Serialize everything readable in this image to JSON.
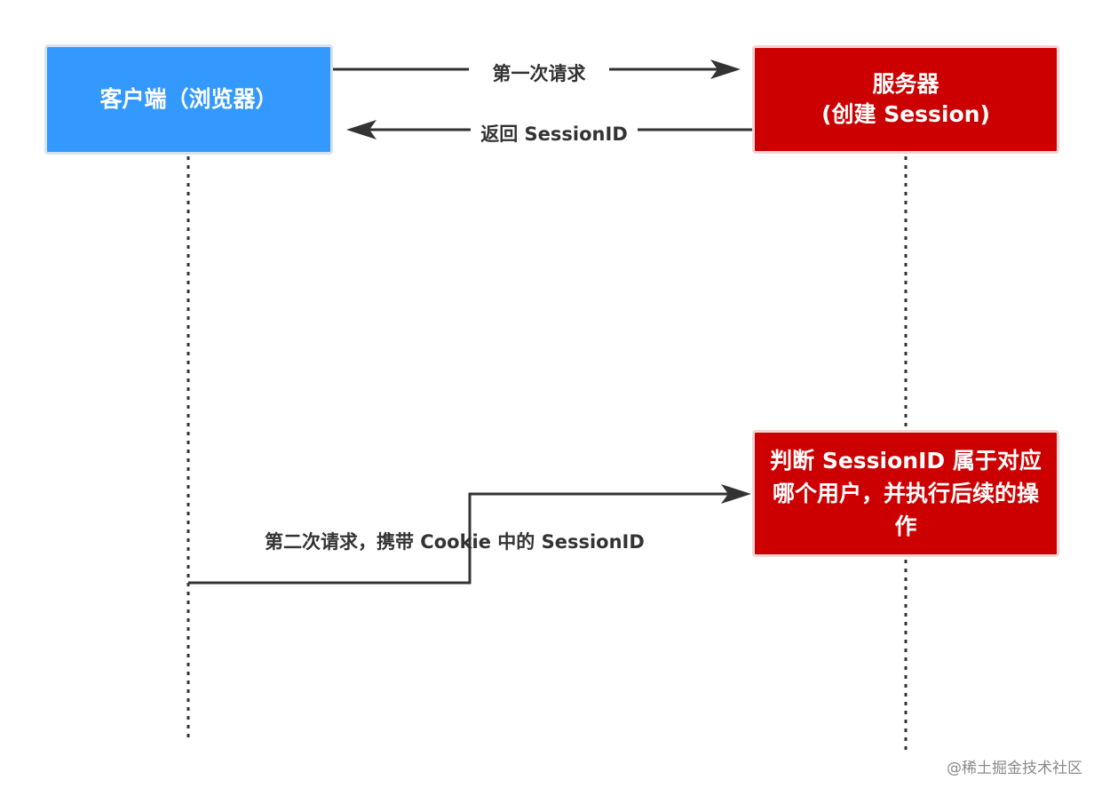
{
  "participants": {
    "client": {
      "label": "客户端（浏览器）",
      "color": "#3399ff"
    },
    "server": {
      "label": "服务器\n(创建 Session)",
      "color": "#cc0000"
    }
  },
  "process": {
    "judge": {
      "label": "判断 SessionID 属于对应哪个用户，并执行后续的操作",
      "color": "#cc0000"
    }
  },
  "messages": {
    "first_request": "第一次请求",
    "return_session": "返回 SessionID",
    "second_request": "第二次请求，携带 Cookie 中的 SessionID"
  },
  "watermark": "@稀土掘金技术社区"
}
